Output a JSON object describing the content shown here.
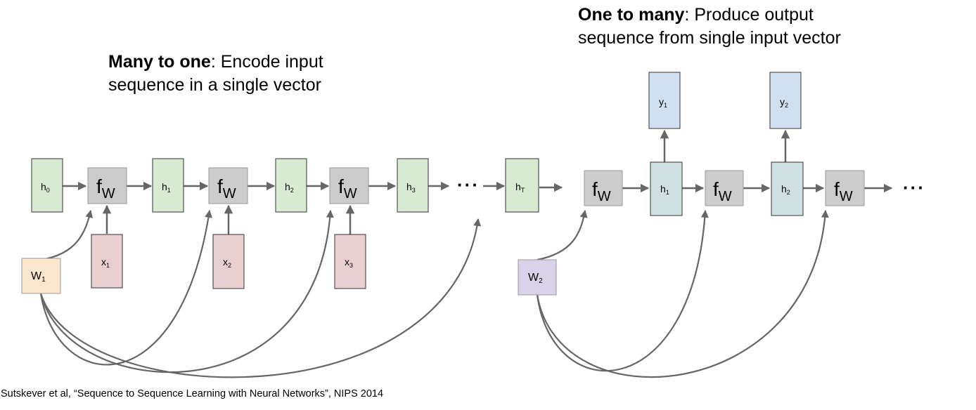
{
  "left_panel": {
    "title_bold": "Many to one",
    "title_rest": ": Encode input",
    "title_line2": "sequence in a single vector",
    "hidden_states": [
      {
        "base": "h",
        "sub": "0"
      },
      {
        "base": "h",
        "sub": "1"
      },
      {
        "base": "h",
        "sub": "2"
      },
      {
        "base": "h",
        "sub": "3"
      },
      {
        "base": "h",
        "sub": "T"
      }
    ],
    "inputs": [
      {
        "base": "x",
        "sub": "1"
      },
      {
        "base": "x",
        "sub": "2"
      },
      {
        "base": "x",
        "sub": "3"
      }
    ],
    "weight": {
      "base": "W",
      "sub": "1"
    },
    "function": {
      "base": "f",
      "sub": "W"
    },
    "ellipsis": "···"
  },
  "right_panel": {
    "title_bold": "One to many",
    "title_rest": ": Produce output",
    "title_line2": "sequence from single input vector",
    "hidden_states": [
      {
        "base": "h",
        "sub": "1"
      },
      {
        "base": "h",
        "sub": "2"
      }
    ],
    "outputs": [
      {
        "base": "y",
        "sub": "1"
      },
      {
        "base": "y",
        "sub": "2"
      }
    ],
    "weight": {
      "base": "W",
      "sub": "2"
    },
    "function": {
      "base": "f",
      "sub": "W"
    },
    "ellipsis": "···"
  },
  "citation": "Sutskever et al, “Sequence to Sequence Learning with Neural Networks”, NIPS 2014",
  "colors": {
    "hidden_green": "#d9ead3",
    "input_red": "#eacfd0",
    "func_gray": "#cccccc",
    "weight_peach": "#fbe5cd",
    "weight_lavender": "#d9d2e9",
    "output_blue": "#d0e0f1",
    "hidden_blue": "#d0e0e2",
    "arrow": "#666666"
  }
}
